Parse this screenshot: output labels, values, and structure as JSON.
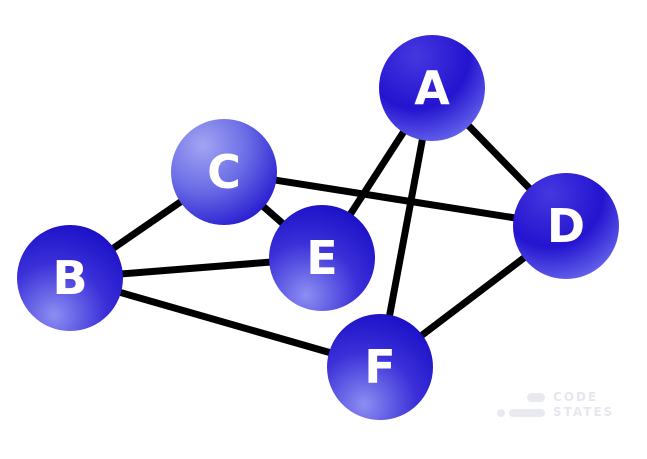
{
  "diagram": {
    "nodes": [
      {
        "id": "A",
        "label": "A"
      },
      {
        "id": "B",
        "label": "B"
      },
      {
        "id": "C",
        "label": "C"
      },
      {
        "id": "D",
        "label": "D"
      },
      {
        "id": "E",
        "label": "E"
      },
      {
        "id": "F",
        "label": "F"
      }
    ],
    "edges": [
      [
        "A",
        "D"
      ],
      [
        "A",
        "E"
      ],
      [
        "A",
        "F"
      ],
      [
        "B",
        "C"
      ],
      [
        "B",
        "E"
      ],
      [
        "B",
        "F"
      ],
      [
        "C",
        "E"
      ],
      [
        "C",
        "D"
      ],
      [
        "D",
        "F"
      ]
    ],
    "colors": {
      "node_dark": "#1a10c8",
      "node_light": "#8a8cf0",
      "edge": "#000000",
      "label": "#ffffff"
    }
  },
  "watermark": {
    "line1": "CODE",
    "line2": "STATES"
  }
}
